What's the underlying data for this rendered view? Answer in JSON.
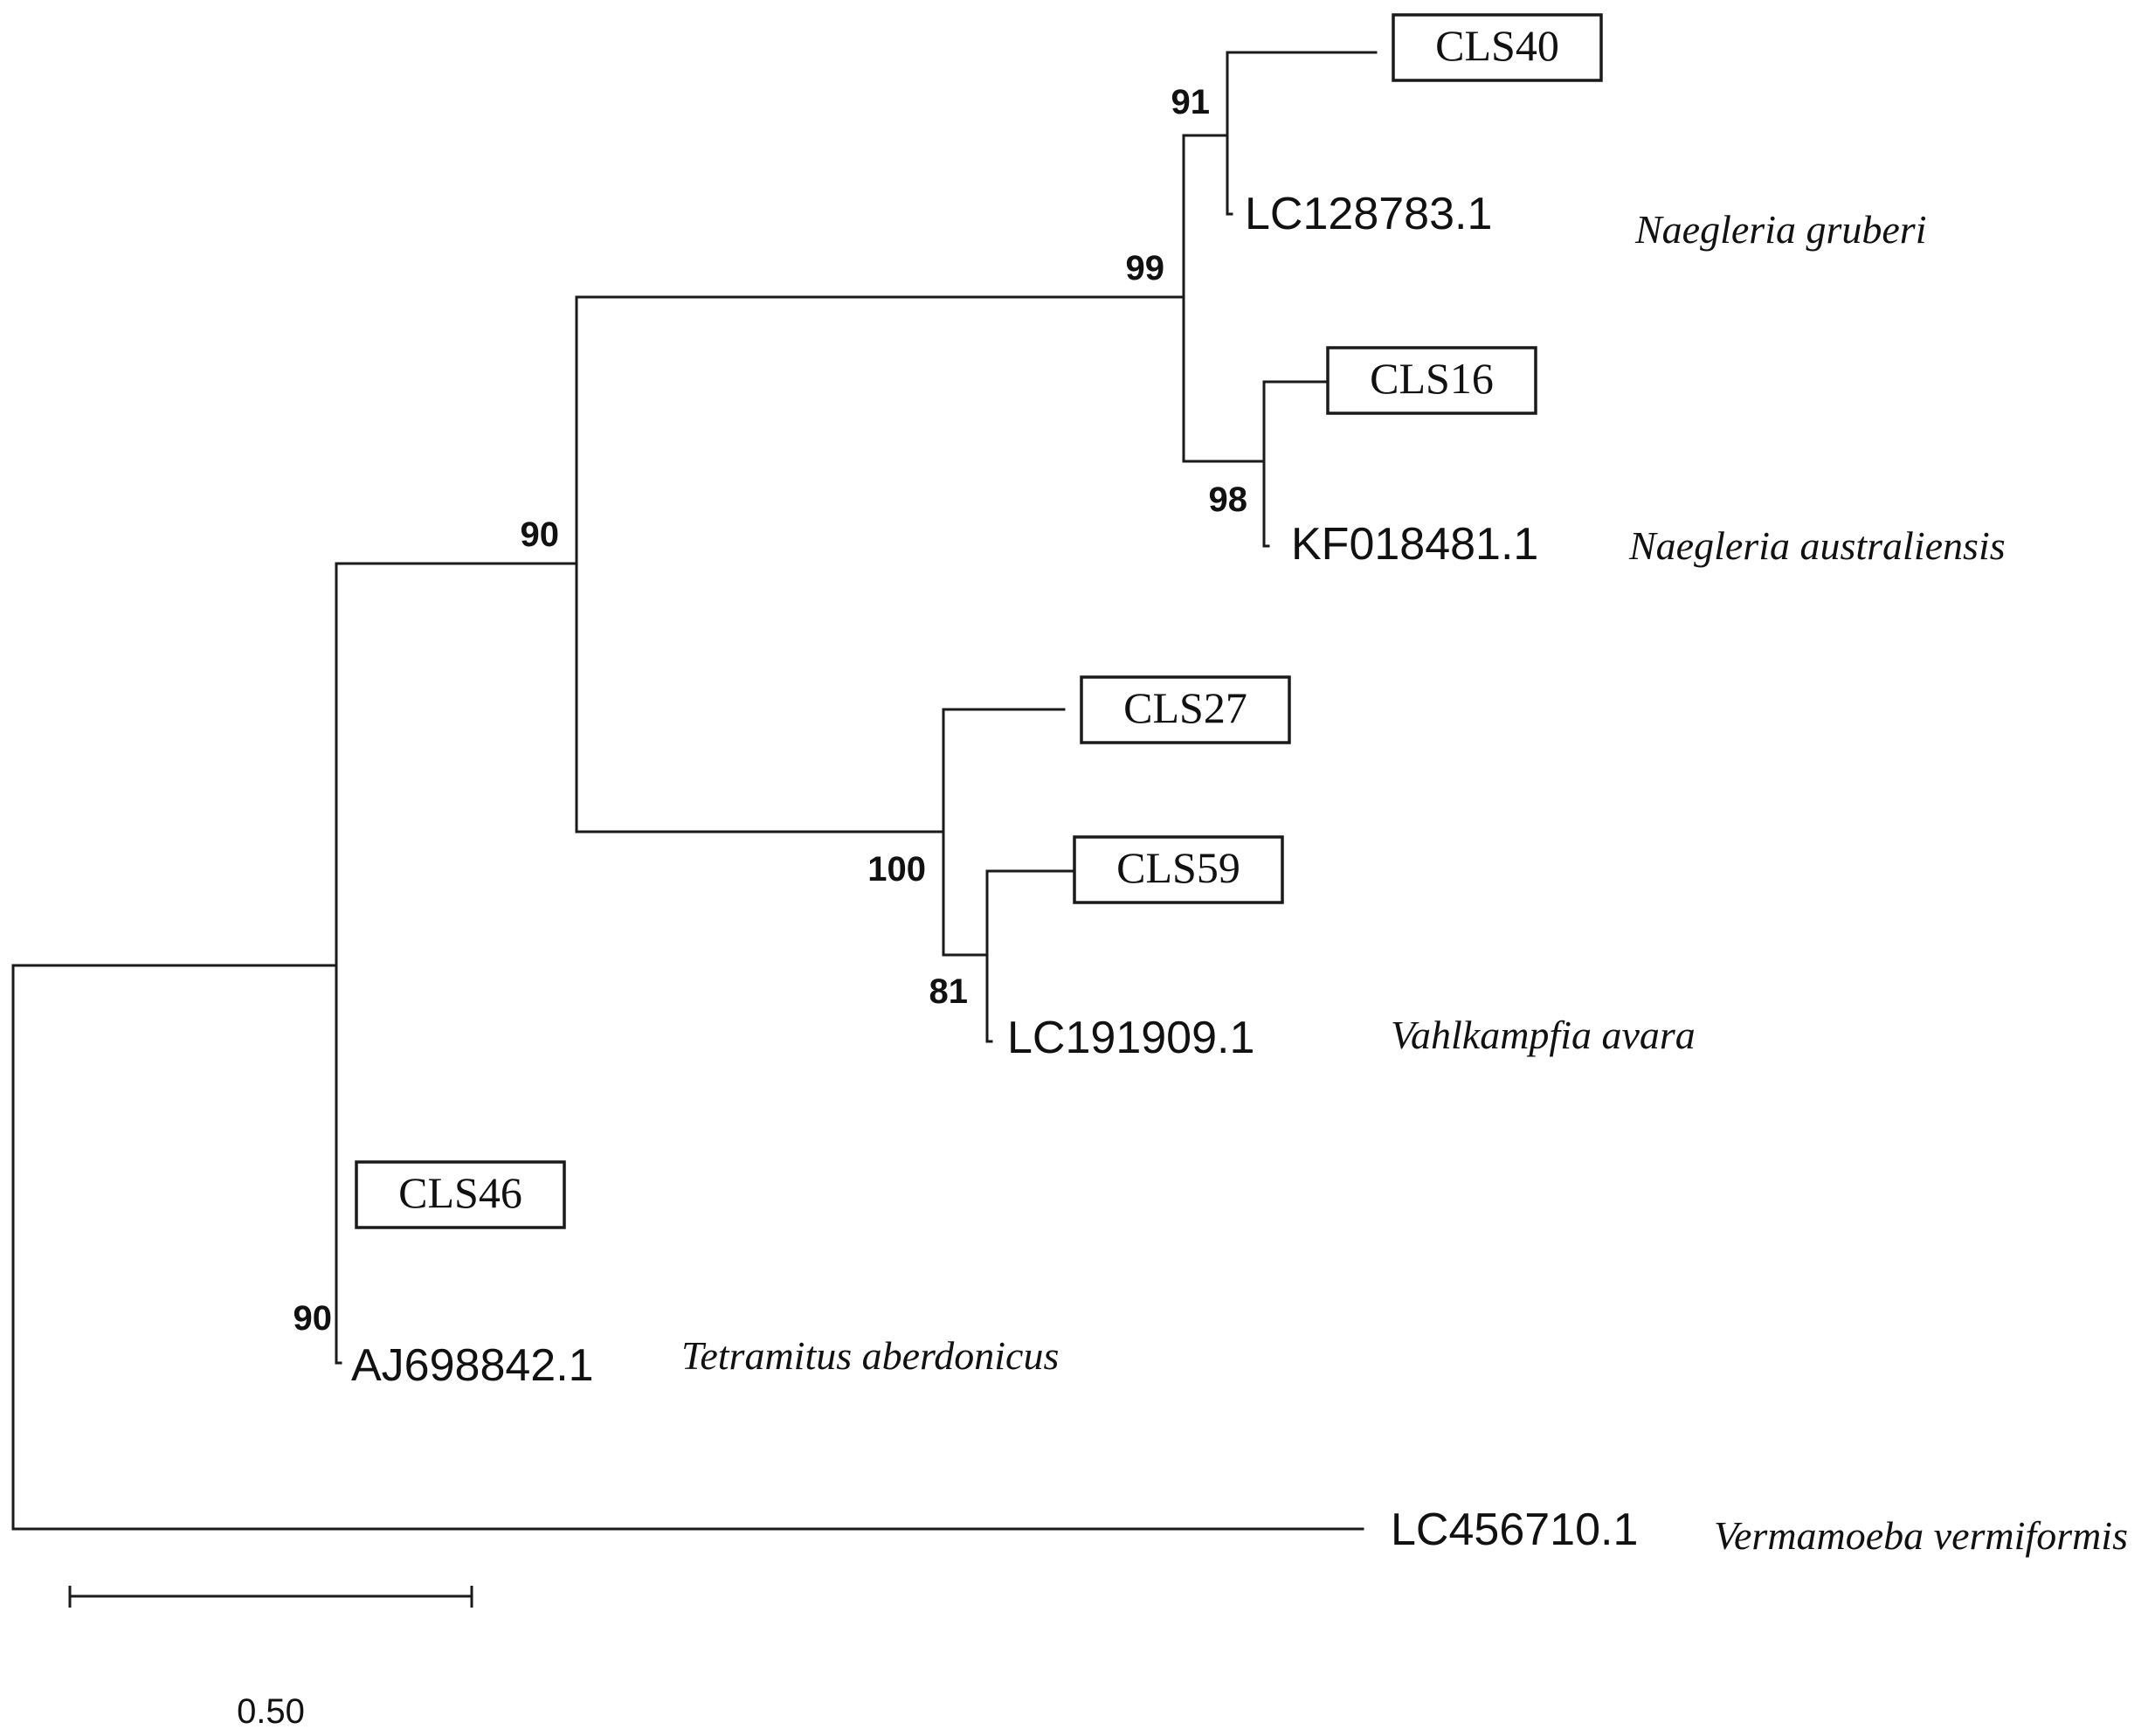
{
  "tree": {
    "isolates": [
      {
        "id": "cls40",
        "label": "CLS40"
      },
      {
        "id": "cls16",
        "label": "CLS16"
      },
      {
        "id": "cls27",
        "label": "CLS27"
      },
      {
        "id": "cls59",
        "label": "CLS59"
      },
      {
        "id": "cls46",
        "label": "CLS46"
      }
    ],
    "references": [
      {
        "id": "lc128783",
        "accession": "LC128783.1",
        "species": "Naegleria gruberi"
      },
      {
        "id": "kf018481",
        "accession": "KF018481.1",
        "species": "Naegleria australiensis"
      },
      {
        "id": "lc191909",
        "accession": "LC191909.1",
        "species": "Vahlkampfia avara"
      },
      {
        "id": "aj698842",
        "accession": "AJ698842.1",
        "species": "Tetramitus aberdonicus"
      },
      {
        "id": "lc456710",
        "accession": "LC456710.1",
        "species": "Vermamoeba vermiformis"
      }
    ],
    "bootstrap": [
      {
        "node": "cls40-lc128783",
        "value": "91"
      },
      {
        "node": "naegleria",
        "value": "99"
      },
      {
        "node": "cls16-kf018481",
        "value": "98"
      },
      {
        "node": "naegleria-vahlkampfia",
        "value": "90"
      },
      {
        "node": "vahlkampfia",
        "value": "100"
      },
      {
        "node": "cls59-lc191909",
        "value": "81"
      },
      {
        "node": "cls46-aj698842",
        "value": "90"
      }
    ],
    "scale_bar": {
      "label": "0.50",
      "length": 0.5
    }
  }
}
